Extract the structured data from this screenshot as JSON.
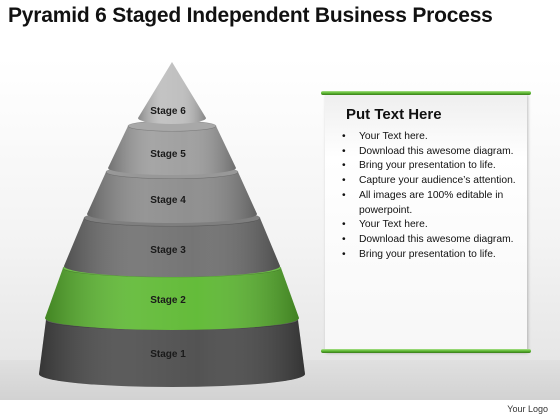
{
  "title": "Pyramid 6 Staged Independent Business Process",
  "pyramid": {
    "stages": [
      {
        "label": "Stage 6",
        "color": "#bdbdbd"
      },
      {
        "label": "Stage 5",
        "color": "#9c9c9c"
      },
      {
        "label": "Stage 4",
        "color": "#8a8a8a"
      },
      {
        "label": "Stage 3",
        "color": "#6e6e6e"
      },
      {
        "label": "Stage 2",
        "color": "#5cb830"
      },
      {
        "label": "Stage 1",
        "color": "#4a4a4a"
      }
    ]
  },
  "panel": {
    "heading": "Put Text Here",
    "bullet_char": "•",
    "accent_color": "#5cb830",
    "items": [
      "Your Text here.",
      "Download this awesome diagram.",
      "Bring your presentation to life.",
      "Capture your audience’s attention.",
      "All images are 100% editable in powerpoint.",
      "Your Text here.",
      "Download this awesome diagram.",
      "Bring your presentation to life."
    ]
  },
  "footer": {
    "logo_text": "Your Logo"
  }
}
